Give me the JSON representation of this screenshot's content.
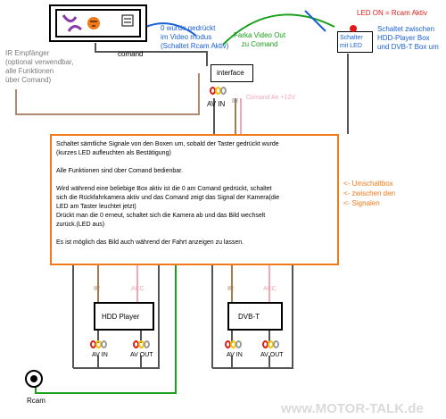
{
  "comand": {
    "label": "comand"
  },
  "note_zero": {
    "lines": [
      "0 wurde gedrückt",
      "im Video modus",
      "(Schaltet Rcam Aktiv)"
    ]
  },
  "farka": {
    "lines": [
      "Farka Video Out",
      "zu Comand"
    ]
  },
  "led_note": "LED ON = Rcam Aktiv",
  "schalter": {
    "lines": [
      "Schalter",
      "mit LED"
    ]
  },
  "schalter_note": {
    "lines": [
      "Schaltet zwischen",
      "HDD-Player Box",
      "und DVB-T Box um"
    ]
  },
  "ir_note": {
    "lines": [
      "IR Empfänger",
      "",
      "(optional verwendbar,",
      "alle Funktionen",
      "über Comand)"
    ]
  },
  "interface": {
    "label": "interface",
    "av_in": "AV IN",
    "ir": "IR",
    "power": "Comand An +12V"
  },
  "main_box": {
    "lines": [
      "Schaltet sämtliche Signale von den Boxen um, sobald der Taster gedrückt wurde",
      "(kurzes LED aufleuchten als Bestätigung)",
      "",
      "Alle Funktionen sind über Comand bedienbar.",
      "",
      "Wird während eine beliebige Box aktiv ist die 0 am Comand gedrückt, schaltet",
      "sich die Rückfahrkamera aktiv und das Comand zeigt das Signal der Kamera(die",
      "LED am Taster leuchtet jetzt)",
      "Drückt man die 0 erneut, schaltet sich die Kamera ab und das Bild wechselt",
      "zurück.(LED aus)",
      "",
      "Es ist möglich das Bild auch während der Fahrt anzeigen zu lassen."
    ]
  },
  "umschalt_note": {
    "lines": [
      "<- Umschaltbox",
      "<- zwischen den",
      "<- Signalen"
    ]
  },
  "hdd": {
    "label": "HDD Player",
    "ir": "IR",
    "acc": "ACC",
    "av_in": "AV IN",
    "av_out": "AV OUT"
  },
  "dvbt": {
    "label": "DVB-T",
    "ir": "IR",
    "acc": "ACC",
    "av_in": "AV IN",
    "av_out": "AV OUT"
  },
  "rcam": {
    "label": "Rcam"
  },
  "watermark": "www.MOTOR-TALK.de",
  "colors": {
    "blue": "#1a5fd6",
    "green": "#1aa01a",
    "red": "#e01a1a",
    "orange": "#f07a1a",
    "pink": "#f3a7b5",
    "brown": "#a87a50",
    "grey": "#7a7a7a",
    "yellow": "#f2c200"
  }
}
